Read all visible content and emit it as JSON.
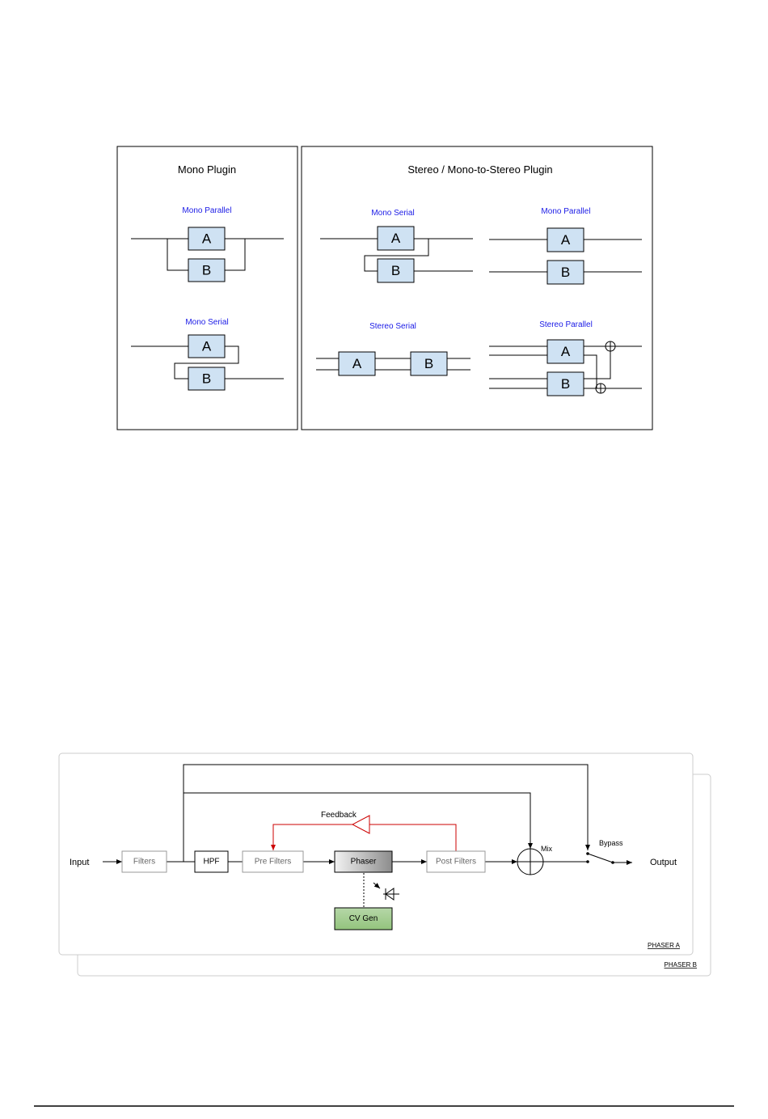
{
  "routing": {
    "mono_panel_title": "Mono Plugin",
    "stereo_panel_title": "Stereo / Mono-to-Stereo Plugin",
    "mono_parallel": "Mono Parallel",
    "mono_serial": "Mono Serial",
    "stereo_mono_serial": "Mono Serial",
    "stereo_mono_parallel": "Mono Parallel",
    "stereo_serial": "Stereo Serial",
    "stereo_parallel": "Stereo Parallel",
    "block_a": "A",
    "block_b": "B"
  },
  "signal_flow": {
    "input": "Input",
    "filters": "Filters",
    "hpf": "HPF",
    "pre_filters": "Pre Filters",
    "phaser": "Phaser",
    "post_filters": "Post Filters",
    "cv_gen": "CV Gen",
    "feedback": "Feedback",
    "mix": "Mix",
    "bypass": "Bypass",
    "output": "Output",
    "phaser_a_tag": "PHASER A",
    "phaser_b_tag": "PHASER B"
  },
  "colors": {
    "block_fill": "#cfe2f3",
    "subtitle_blue": "#1a1ae6",
    "feedback_red": "#cc0000",
    "cv_gen_green": "#93c47d"
  }
}
